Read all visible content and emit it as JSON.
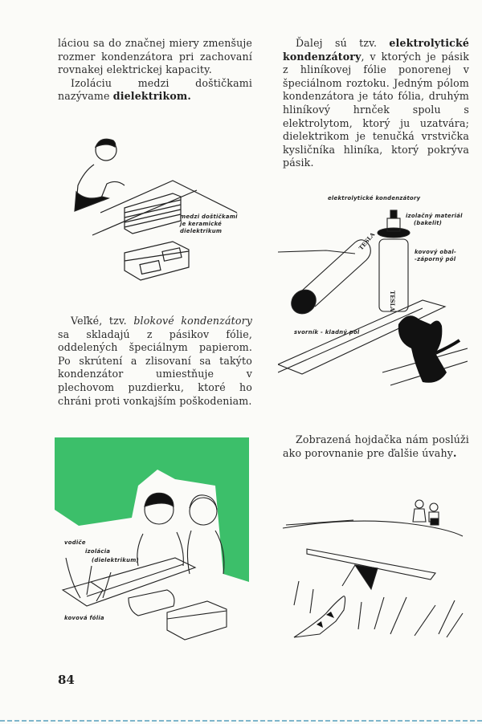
{
  "page": {
    "number": "84",
    "accent_color": "#3cbf6a"
  },
  "left_column": {
    "para1_line": "láciou sa do značnej miery zmenšuje rozmer kondenzátora pri zachovaní rovnakej elektrickej kapacity.",
    "para2_prefix": "Izoláciu medzi doštičkami nazývame ",
    "para2_bold": "dielektrikom.",
    "para3_prefix": "Veľké, tzv. ",
    "para3_italic": "blokové kondenzátory",
    "para3_rest": " sa skladajú z pásikov fólie, oddelených špeciálnym papierom. Po skrútení a zlisovaní sa takýto kondenzátor umiestňuje v plechovom puzdierku, ktoré ho chráni proti vonkajším poškodeniam."
  },
  "right_column": {
    "para1_prefix": "Ďalej sú tzv. ",
    "para1_bold": "elektrolytické kondenzátory",
    "para1_rest": ", v ktorých je pásik z hliníkovej fólie ponorenej v špeciálnom roztoku. Jedným pólom kondenzátora je táto fólia, druhým hliníkový hrnček spolu s elektrolytom, ktorý ju uzatvára; dielektrikom je tenučká vrstvička kysličníka hliníka, ktorý pokrýva pásik.",
    "para2_prefix": "Zobrazená hojdačka nám poslúži ako porovnanie pre ďalšie úvahy",
    "para2_bold": "."
  },
  "figures": {
    "ceramic": {
      "caption_lines": [
        "medzi doštičkami",
        "je keramické",
        "dielektrikum"
      ]
    },
    "electrolytic": {
      "title": "elektrolytické kondenzátory",
      "label_insulation_1": "izolačný materiál",
      "label_insulation_2": "(bakelit)",
      "label_case_1": "kovový obal-",
      "label_case_2": "-záporný pól",
      "label_bolt": "svorník - kladný pól",
      "brand": "TESLA"
    },
    "block": {
      "label_wires": "vodiče",
      "label_insulation": "izolácia",
      "label_dielectric": "(dielektrikum)",
      "label_foil": "kovová fólia"
    },
    "seesaw": {}
  }
}
